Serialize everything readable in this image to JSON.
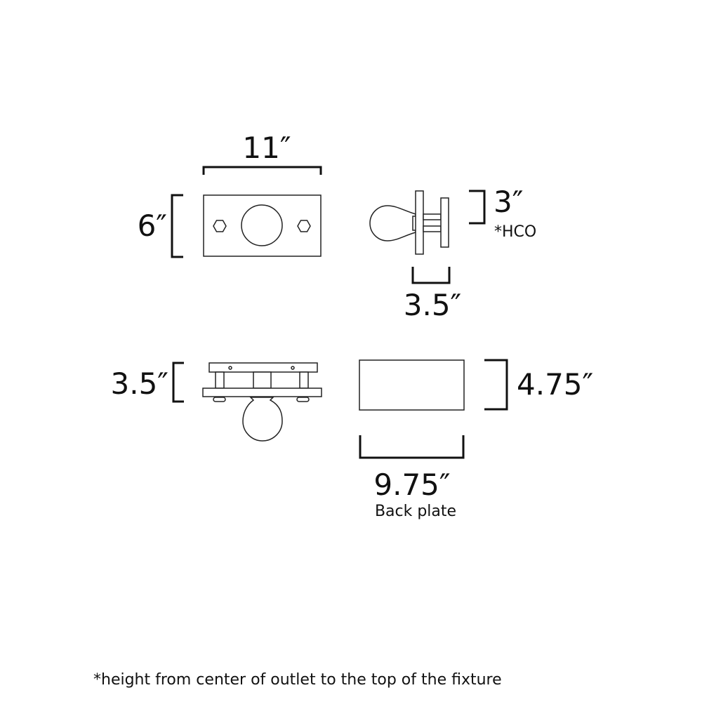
{
  "diagram": {
    "top_view": {
      "width_label": "11″",
      "height_label": "6″"
    },
    "side_view": {
      "extension_label": "3″",
      "hco_label": "*HCO",
      "depth_label": "3.5″"
    },
    "front_view": {
      "height_label": "3.5″"
    },
    "back_plate": {
      "height_label": "4.75″",
      "width_label": "9.75″",
      "caption": "Back plate"
    },
    "footnote": "*height from center of outlet to the top of the fixture",
    "colors": {
      "line": "#111111",
      "background": "#ffffff"
    }
  }
}
